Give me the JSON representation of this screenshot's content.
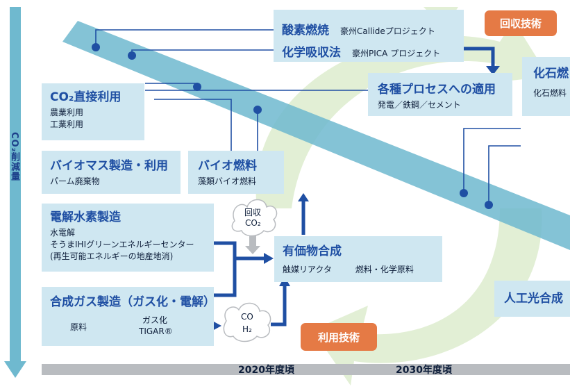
{
  "vertical_axis_label": "CO₂削減量",
  "timeline": {
    "t1": "2020年度頃",
    "t2": "2030年度頃"
  },
  "tags": {
    "recovery": "回収技術",
    "utilization": "利用技術"
  },
  "boxes": {
    "oxy": {
      "title": "酸素燃焼",
      "sub": "豪州Callideプロジェクト"
    },
    "chem": {
      "title": "化学吸収法",
      "sub": "豪州PICA プロジェクト"
    },
    "process": {
      "title": "各種プロセスへの適用",
      "sub": "発電／鉄鋼／セメント"
    },
    "fossil": {
      "title": "化石燃",
      "sub": "化石燃料"
    },
    "co2use": {
      "title": "CO₂直接利用",
      "sub1": "農業利用",
      "sub2": "工業利用"
    },
    "biomass": {
      "title": "バイオマス製造・利用",
      "sub": "パーム廃棄物"
    },
    "biofuel": {
      "title": "バイオ燃料",
      "sub": "藻類バイオ燃料"
    },
    "electrolysis": {
      "title": "電解水素製造",
      "sub1": "水電解",
      "sub2": "そうまIHIグリーンエネルギーセンター",
      "sub3": "(再生可能エネルギーの地産地消)"
    },
    "valuable": {
      "title": "有価物合成",
      "sub1": "触媒リアクタ",
      "sub2": "燃料・化学原料"
    },
    "syngas": {
      "title": "合成ガス製造（ガス化・電解）",
      "raw": "原料",
      "gasify1": "ガス化",
      "gasify2": "TIGAR®"
    },
    "artificial": {
      "title": "人工光合成"
    }
  },
  "clouds": {
    "recovered_line1": "回収",
    "recovered_line2": "CO₂",
    "coh_line1": "CO",
    "coh_line2": "H₂"
  },
  "colors": {
    "band": "#6fb9cf",
    "box": "#cfe7f1",
    "arrow": "#1f4fa3",
    "tag": "#e57a45",
    "cycle": "#e2efd5"
  }
}
